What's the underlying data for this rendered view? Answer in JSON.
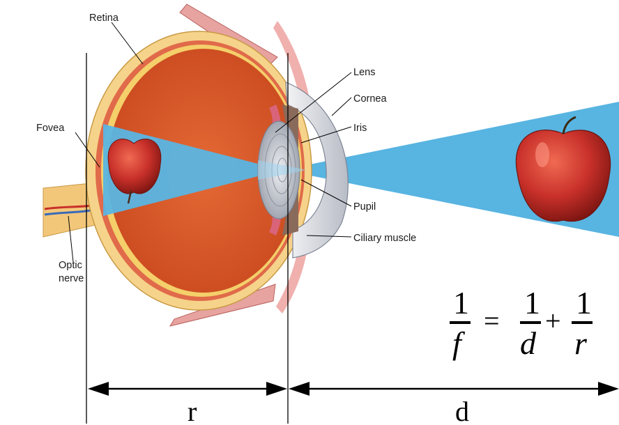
{
  "labels": {
    "retina": "Retina",
    "fovea": "Fovea",
    "lens": "Lens",
    "cornea": "Cornea",
    "iris": "Iris",
    "pupil": "Pupil",
    "ciliary_muscle": "Ciliary muscle",
    "optic_line1": "Optic",
    "optic_line2": "nerve"
  },
  "equation": {
    "lhs_num": "1",
    "lhs_den": "f",
    "equals": "=",
    "t1_num": "1",
    "t1_den": "d",
    "plus": "+",
    "t2_num": "1",
    "t2_den": "r"
  },
  "dimensions": {
    "r_label": "r",
    "d_label": "d"
  },
  "colors": {
    "vitreous": "#d4572a",
    "sclera": "#f6d38a",
    "choroid": "#e06a4a",
    "ray": "#4aaede",
    "apple": "#c8302a",
    "muscle": "#e7a3a0"
  }
}
